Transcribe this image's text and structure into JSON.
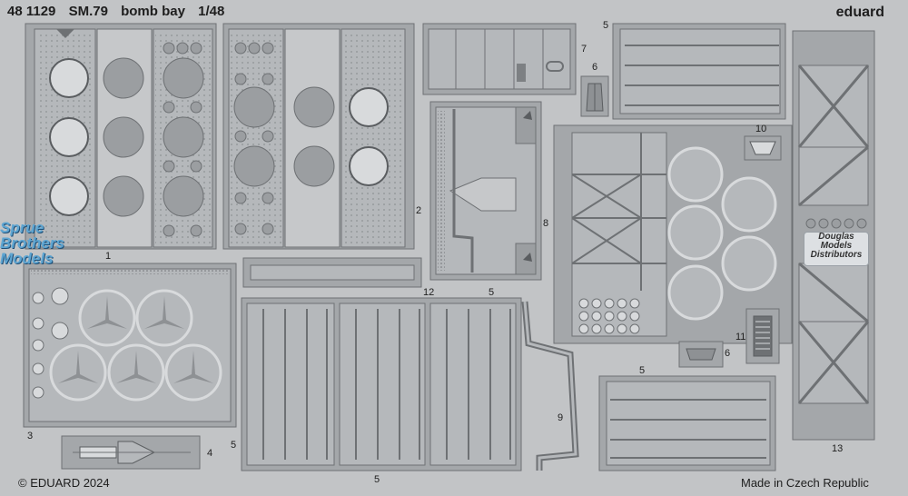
{
  "header": {
    "catalog_number": "48 1129",
    "aircraft": "SM.79",
    "subject": "bomb bay",
    "scale": "1/48"
  },
  "brand": "eduard",
  "footer": {
    "copyright": "© EDUARD 2024",
    "origin": "Made in Czech Republic"
  },
  "watermark_left": {
    "line1": "Sprue",
    "line2": "Brothers",
    "line3": "Models"
  },
  "watermark_right": {
    "line1": "Douglas",
    "line2": "Models",
    "line3": "Distributors"
  },
  "part_numbers": {
    "p1": "1",
    "p2": "2",
    "p3": "3",
    "p4": "4",
    "p5a": "5",
    "p5b": "5",
    "p5c": "5",
    "p5d": "5",
    "p5e": "5",
    "p6a": "6",
    "p6b": "6",
    "p7": "7",
    "p8": "8",
    "p9": "9",
    "p10": "10",
    "p11": "11",
    "p12": "12",
    "p13": "13"
  },
  "colors": {
    "sheet": "#c2c4c6",
    "fret": "#9ea1a4",
    "part_fill": "#b5b8bb",
    "outline": "#6e7174",
    "hole": "#d8dadc",
    "dark": "#5a5d60"
  }
}
